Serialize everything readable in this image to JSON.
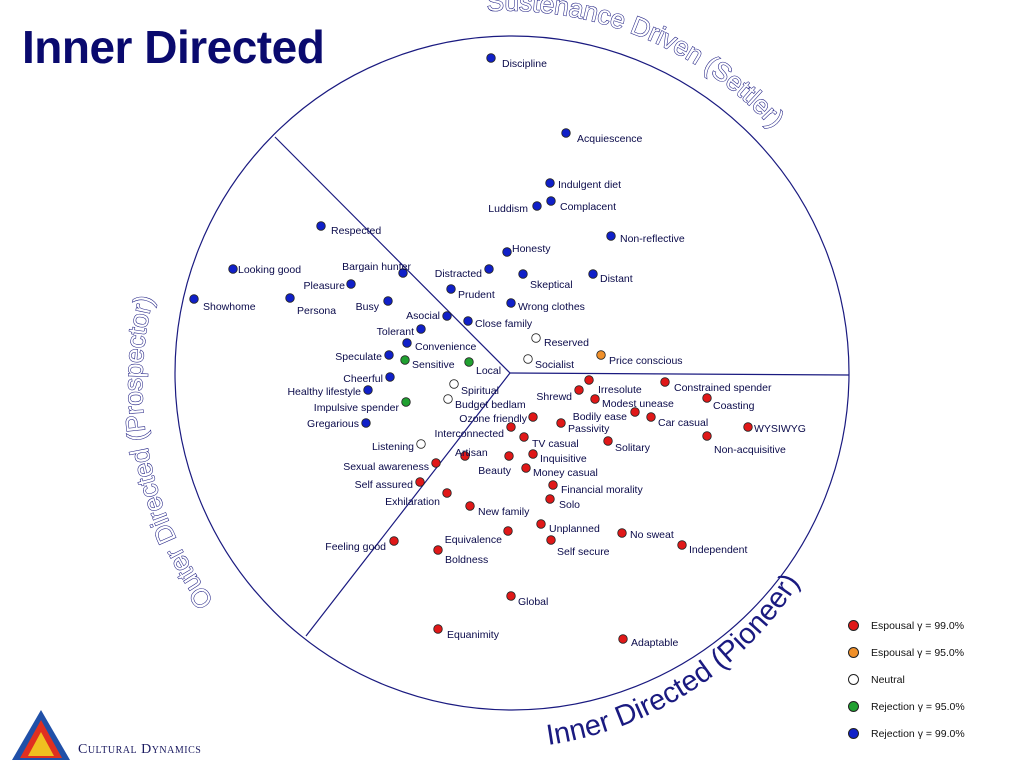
{
  "title": "Inner Directed",
  "segments": {
    "top_right": "Sustenance Driven (Settler)",
    "left": "Outer Directed (Prospector)",
    "bottom_right": "Inner Directed (Pioneer)"
  },
  "colors": {
    "espousal_99": "#e01818",
    "espousal_95": "#f0902a",
    "neutral": "#ffffff",
    "rejection_95": "#20a030",
    "rejection_99": "#1020c8",
    "line": "#1a1a80"
  },
  "legend": [
    {
      "key": "espousal_99",
      "label": "Espousal  γ = 99.0%"
    },
    {
      "key": "espousal_95",
      "label": "Espousal γ = 95.0%"
    },
    {
      "key": "neutral",
      "label": "Neutral"
    },
    {
      "key": "rejection_95",
      "label": "Rejection γ = 95.0%"
    },
    {
      "key": "rejection_99",
      "label": "Rejection γ = 99.0%"
    }
  ],
  "points": [
    {
      "label": "Discipline",
      "category": "rejection_99"
    },
    {
      "label": "Acquiescence",
      "category": "rejection_99"
    },
    {
      "label": "Indulgent diet",
      "category": "rejection_99"
    },
    {
      "label": "Luddism",
      "category": "rejection_99"
    },
    {
      "label": "Complacent",
      "category": "rejection_99"
    },
    {
      "label": "Non-reflective",
      "category": "rejection_99"
    },
    {
      "label": "Respected",
      "category": "rejection_99"
    },
    {
      "label": "Honesty",
      "category": "rejection_99"
    },
    {
      "label": "Bargain hunter",
      "category": "rejection_99"
    },
    {
      "label": "Distracted",
      "category": "rejection_99"
    },
    {
      "label": "Skeptical",
      "category": "rejection_99"
    },
    {
      "label": "Distant",
      "category": "rejection_99"
    },
    {
      "label": "Looking good",
      "category": "rejection_99"
    },
    {
      "label": "Pleasure",
      "category": "rejection_99"
    },
    {
      "label": "Prudent",
      "category": "rejection_99"
    },
    {
      "label": "Showhome",
      "category": "rejection_99"
    },
    {
      "label": "Persona",
      "category": "rejection_99"
    },
    {
      "label": "Busy",
      "category": "rejection_99"
    },
    {
      "label": "Wrong clothes",
      "category": "rejection_99"
    },
    {
      "label": "Asocial",
      "category": "rejection_99"
    },
    {
      "label": "Close family",
      "category": "rejection_99"
    },
    {
      "label": "Tolerant",
      "category": "rejection_99"
    },
    {
      "label": "Reserved",
      "category": "neutral"
    },
    {
      "label": "Convenience",
      "category": "rejection_99"
    },
    {
      "label": "Speculate",
      "category": "rejection_99"
    },
    {
      "label": "Sensitive",
      "category": "rejection_95"
    },
    {
      "label": "Local",
      "category": "rejection_95"
    },
    {
      "label": "Socialist",
      "category": "neutral"
    },
    {
      "label": "Price conscious",
      "category": "espousal_95"
    },
    {
      "label": "Cheerful",
      "category": "rejection_99"
    },
    {
      "label": "Healthy lifestyle",
      "category": "rejection_99"
    },
    {
      "label": "Spiritual",
      "category": "neutral"
    },
    {
      "label": "Irresolute",
      "category": "espousal_99"
    },
    {
      "label": "Constrained spender",
      "category": "espousal_99"
    },
    {
      "label": "Impulsive spender",
      "category": "rejection_95"
    },
    {
      "label": "Budget bedlam",
      "category": "neutral"
    },
    {
      "label": "Shrewd",
      "category": "espousal_99"
    },
    {
      "label": "Modest unease",
      "category": "espousal_99"
    },
    {
      "label": "Coasting",
      "category": "espousal_99"
    },
    {
      "label": "Gregarious",
      "category": "rejection_99"
    },
    {
      "label": "Ozone friendly",
      "category": "espousal_99"
    },
    {
      "label": "Bodily ease",
      "category": "espousal_99"
    },
    {
      "label": "Car casual",
      "category": "espousal_99"
    },
    {
      "label": "WYSIWYG",
      "category": "espousal_99"
    },
    {
      "label": "Interconnected",
      "category": "espousal_99"
    },
    {
      "label": "Passivity",
      "category": "espousal_99"
    },
    {
      "label": "Listening",
      "category": "neutral"
    },
    {
      "label": "TV casual",
      "category": "espousal_99"
    },
    {
      "label": "Solitary",
      "category": "espousal_99"
    },
    {
      "label": "Non-acquisitive",
      "category": "espousal_99"
    },
    {
      "label": "Artisan",
      "category": "espousal_99"
    },
    {
      "label": "Inquisitive",
      "category": "espousal_99"
    },
    {
      "label": "Sexual awareness",
      "category": "espousal_99"
    },
    {
      "label": "Beauty",
      "category": "espousal_99"
    },
    {
      "label": "Money casual",
      "category": "espousal_99"
    },
    {
      "label": "Self assured",
      "category": "espousal_99"
    },
    {
      "label": "Financial morality",
      "category": "espousal_99"
    },
    {
      "label": "Exhilaration",
      "category": "espousal_99"
    },
    {
      "label": "Solo",
      "category": "espousal_99"
    },
    {
      "label": "New family",
      "category": "espousal_99"
    },
    {
      "label": "Unplanned",
      "category": "espousal_99"
    },
    {
      "label": "No sweat",
      "category": "espousal_99"
    },
    {
      "label": "Equivalence",
      "category": "espousal_99"
    },
    {
      "label": "Feeling good",
      "category": "espousal_99"
    },
    {
      "label": "Self secure",
      "category": "espousal_99"
    },
    {
      "label": "Independent",
      "category": "espousal_99"
    },
    {
      "label": "Boldness",
      "category": "espousal_99"
    },
    {
      "label": "Global",
      "category": "espousal_99"
    },
    {
      "label": "Equanimity",
      "category": "espousal_99"
    },
    {
      "label": "Adaptable",
      "category": "espousal_99"
    }
  ],
  "brand": {
    "name": "Cultural Dynamics"
  }
}
